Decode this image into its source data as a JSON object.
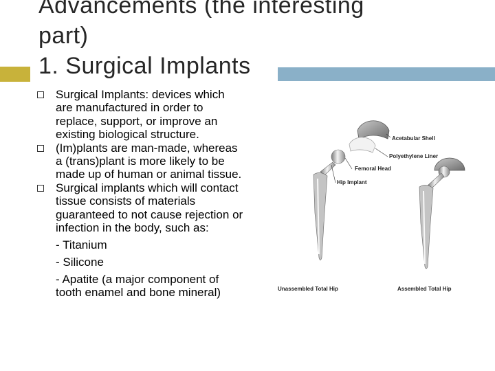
{
  "slide": {
    "title_lines": [
      "Advancements (the interesting",
      "part)",
      "1. Surgical Implants"
    ]
  },
  "bullets": [
    "Surgical Implants: devices which are manufactured in order to replace, support, or improve an existing biological structure.",
    "(Im)plants are man-made, whereas  a (trans)plant is more likely to be made up of human or animal tissue.",
    "Surgical implants which will contact tissue consists of materials guaranteed to not cause rejection or infection in the body, such as:"
  ],
  "materials": [
    "- Titanium",
    "- Silicone",
    "- Apatite (a major component of tooth enamel and bone mineral)"
  ],
  "figure": {
    "labels": {
      "acetabular_shell": "Acetabular Shell",
      "polyethylene_liner": "Polyethylene Liner",
      "femoral_head": "Femoral Head",
      "hip_implant": "Hip Implant",
      "unassembled": "Unassembled Total Hip",
      "assembled": "Assembled Total Hip"
    }
  },
  "colors": {
    "accent_gold": "#c8b23a",
    "accent_blue": "#8ab0c8",
    "title": "#262626"
  }
}
